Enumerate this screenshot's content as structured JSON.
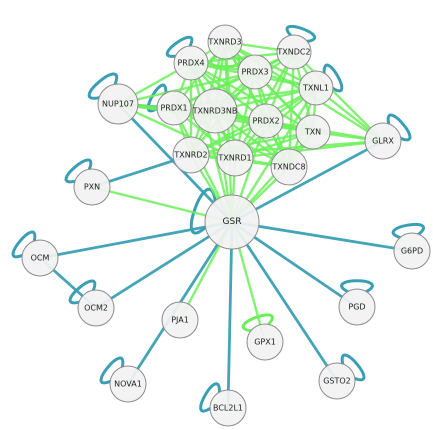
{
  "colors": {
    "background": "#ffffff",
    "edge_blue": "#3a9fb4",
    "edge_green": "#6cf05a",
    "node_fill": "#f2f2f2",
    "node_stroke": "#8c8c8c",
    "label": "#222222"
  },
  "nodes": [
    {
      "id": "GSR",
      "label": "GSR"
    },
    {
      "id": "TXNRD3",
      "label": "TXNRD3"
    },
    {
      "id": "TXNDC2",
      "label": "TXNDC2"
    },
    {
      "id": "PRDX4",
      "label": "PRDX4"
    },
    {
      "id": "PRDX3",
      "label": "PRDX3"
    },
    {
      "id": "TXNL1",
      "label": "TXNL1"
    },
    {
      "id": "NUP107",
      "label": "NUP107"
    },
    {
      "id": "PRDX1",
      "label": "PRDX1"
    },
    {
      "id": "TXNRD3NB",
      "label": "TXNRD3NB"
    },
    {
      "id": "PRDX2",
      "label": "PRDX2"
    },
    {
      "id": "TXN",
      "label": "TXN"
    },
    {
      "id": "GLRX",
      "label": "GLRX"
    },
    {
      "id": "TXNRD2",
      "label": "TXNRD2"
    },
    {
      "id": "TXNRD1",
      "label": "TXNRD1"
    },
    {
      "id": "TXNDC8",
      "label": "TXNDC8"
    },
    {
      "id": "PXN",
      "label": "PXN"
    },
    {
      "id": "OCM",
      "label": "OCM"
    },
    {
      "id": "G6PD",
      "label": "G6PD"
    },
    {
      "id": "OCM2",
      "label": "OCM2"
    },
    {
      "id": "PGD",
      "label": "PGD"
    },
    {
      "id": "PJA1",
      "label": "PJA1"
    },
    {
      "id": "GPX1",
      "label": "GPX1"
    },
    {
      "id": "NOVA1",
      "label": "NOVA1"
    },
    {
      "id": "GSTO2",
      "label": "GSTO2"
    },
    {
      "id": "BCL2L1",
      "label": "BCL2L1"
    }
  ],
  "edges": [
    {
      "source": "GSR",
      "target": "PXN",
      "type": "green"
    },
    {
      "source": "GSR",
      "target": "OCM",
      "type": "blue"
    },
    {
      "source": "GSR",
      "target": "OCM2",
      "type": "blue"
    },
    {
      "source": "GSR",
      "target": "PJA1",
      "type": "green"
    },
    {
      "source": "GSR",
      "target": "NOVA1",
      "type": "blue"
    },
    {
      "source": "GSR",
      "target": "BCL2L1",
      "type": "blue"
    },
    {
      "source": "GSR",
      "target": "GPX1",
      "type": "green"
    },
    {
      "source": "GSR",
      "target": "GSTO2",
      "type": "blue"
    },
    {
      "source": "GSR",
      "target": "PGD",
      "type": "blue"
    },
    {
      "source": "GSR",
      "target": "G6PD",
      "type": "blue"
    },
    {
      "source": "GSR",
      "target": "GLRX",
      "type": "blue"
    },
    {
      "source": "GSR",
      "target": "NUP107",
      "type": "blue"
    },
    {
      "source": "GSR",
      "target": "TXNRD1",
      "type": "green"
    },
    {
      "source": "GSR",
      "target": "TXNRD2",
      "type": "green"
    },
    {
      "source": "GSR",
      "target": "TXNDC8",
      "type": "green"
    },
    {
      "source": "GSR",
      "target": "TXN",
      "type": "green"
    },
    {
      "source": "GSR",
      "target": "PRDX1",
      "type": "green"
    },
    {
      "source": "GSR",
      "target": "TXNRD3NB",
      "type": "green"
    },
    {
      "source": "GSR",
      "target": "PRDX2",
      "type": "green"
    },
    {
      "source": "GSR",
      "target": "TXNRD3",
      "type": "green"
    },
    {
      "source": "GSR",
      "target": "PRDX4",
      "type": "green"
    },
    {
      "source": "GSR",
      "target": "TXNL1",
      "type": "green"
    },
    {
      "source": "GLRX",
      "target": "TXNRD1",
      "type": "green"
    },
    {
      "source": "GLRX",
      "target": "TXN",
      "type": "green"
    },
    {
      "source": "GLRX",
      "target": "PRDX2",
      "type": "green"
    },
    {
      "source": "GLRX",
      "target": "TXNL1",
      "type": "green"
    },
    {
      "source": "GLRX",
      "target": "TXNRD3",
      "type": "green"
    },
    {
      "source": "GLRX",
      "target": "TXNDC2",
      "type": "green"
    },
    {
      "source": "GLRX",
      "target": "TXNRD2",
      "type": "green"
    },
    {
      "source": "NUP107",
      "target": "PRDX1",
      "type": "blue"
    },
    {
      "source": "NUP107",
      "target": "TXNRD3NB",
      "type": "green"
    },
    {
      "source": "NUP107",
      "target": "PRDX4",
      "type": "green"
    },
    {
      "source": "NUP107",
      "target": "TXN",
      "type": "green"
    },
    {
      "source": "NUP107",
      "target": "PRDX2",
      "type": "green"
    },
    {
      "source": "NUP107",
      "target": "TXNRD1",
      "type": "green"
    },
    {
      "source": "NUP107",
      "target": "PRDX3",
      "type": "green"
    },
    {
      "source": "TXNRD3",
      "target": "PRDX4",
      "type": "green"
    },
    {
      "source": "TXNRD3",
      "target": "PRDX3",
      "type": "green"
    },
    {
      "source": "TXNRD3",
      "target": "TXNDC2",
      "type": "green"
    },
    {
      "source": "TXNRD3",
      "target": "TXNL1",
      "type": "green"
    },
    {
      "source": "TXNRD3",
      "target": "PRDX1",
      "type": "green"
    },
    {
      "source": "TXNRD3",
      "target": "TXNRD3NB",
      "type": "green"
    },
    {
      "source": "TXNRD3",
      "target": "PRDX2",
      "type": "green"
    },
    {
      "source": "TXNRD3",
      "target": "TXN",
      "type": "green"
    },
    {
      "source": "TXNRD3",
      "target": "TXNRD2",
      "type": "green"
    },
    {
      "source": "TXNRD3",
      "target": "TXNRD1",
      "type": "green"
    },
    {
      "source": "TXNRD3",
      "target": "TXNDC8",
      "type": "green"
    },
    {
      "source": "TXNDC2",
      "target": "PRDX3",
      "type": "green"
    },
    {
      "source": "TXNDC2",
      "target": "TXNL1",
      "type": "green"
    },
    {
      "source": "TXNDC2",
      "target": "PRDX4",
      "type": "green"
    },
    {
      "source": "TXNDC2",
      "target": "PRDX2",
      "type": "green"
    },
    {
      "source": "TXNDC2",
      "target": "TXN",
      "type": "green"
    },
    {
      "source": "TXNDC2",
      "target": "TXNRD3NB",
      "type": "green"
    },
    {
      "source": "TXNDC2",
      "target": "PRDX1",
      "type": "green"
    },
    {
      "source": "TXNDC2",
      "target": "TXNRD1",
      "type": "green"
    },
    {
      "source": "TXNDC2",
      "target": "TXNDC8",
      "type": "green"
    },
    {
      "source": "PRDX4",
      "target": "PRDX3",
      "type": "green"
    },
    {
      "source": "PRDX4",
      "target": "PRDX1",
      "type": "green"
    },
    {
      "source": "PRDX4",
      "target": "TXNRD3NB",
      "type": "green"
    },
    {
      "source": "PRDX4",
      "target": "PRDX2",
      "type": "green"
    },
    {
      "source": "PRDX4",
      "target": "TXN",
      "type": "green"
    },
    {
      "source": "PRDX4",
      "target": "TXNL1",
      "type": "green"
    },
    {
      "source": "PRDX4",
      "target": "TXNRD2",
      "type": "green"
    },
    {
      "source": "PRDX4",
      "target": "TXNRD1",
      "type": "green"
    },
    {
      "source": "PRDX4",
      "target": "TXNDC8",
      "type": "green"
    },
    {
      "source": "PRDX3",
      "target": "TXNL1",
      "type": "green"
    },
    {
      "source": "PRDX3",
      "target": "PRDX1",
      "type": "green"
    },
    {
      "source": "PRDX3",
      "target": "TXNRD3NB",
      "type": "green"
    },
    {
      "source": "PRDX3",
      "target": "PRDX2",
      "type": "green"
    },
    {
      "source": "PRDX3",
      "target": "TXN",
      "type": "green"
    },
    {
      "source": "PRDX3",
      "target": "TXNRD2",
      "type": "green"
    },
    {
      "source": "PRDX3",
      "target": "TXNRD1",
      "type": "green"
    },
    {
      "source": "PRDX3",
      "target": "TXNDC8",
      "type": "green"
    },
    {
      "source": "TXNL1",
      "target": "PRDX2",
      "type": "green"
    },
    {
      "source": "TXNL1",
      "target": "TXN",
      "type": "green"
    },
    {
      "source": "TXNL1",
      "target": "TXNRD3NB",
      "type": "green"
    },
    {
      "source": "TXNL1",
      "target": "PRDX1",
      "type": "green"
    },
    {
      "source": "TXNL1",
      "target": "TXNRD1",
      "type": "green"
    },
    {
      "source": "TXNL1",
      "target": "TXNDC8",
      "type": "green"
    },
    {
      "source": "TXNL1",
      "target": "TXNRD2",
      "type": "green"
    },
    {
      "source": "PRDX1",
      "target": "TXNRD3NB",
      "type": "green"
    },
    {
      "source": "PRDX1",
      "target": "PRDX2",
      "type": "green"
    },
    {
      "source": "PRDX1",
      "target": "TXN",
      "type": "green"
    },
    {
      "source": "PRDX1",
      "target": "TXNRD2",
      "type": "green"
    },
    {
      "source": "PRDX1",
      "target": "TXNRD1",
      "type": "green"
    },
    {
      "source": "PRDX1",
      "target": "TXNDC8",
      "type": "green"
    },
    {
      "source": "TXNRD3NB",
      "target": "PRDX2",
      "type": "green"
    },
    {
      "source": "TXNRD3NB",
      "target": "TXN",
      "type": "green"
    },
    {
      "source": "TXNRD3NB",
      "target": "TXNRD2",
      "type": "green"
    },
    {
      "source": "TXNRD3NB",
      "target": "TXNRD1",
      "type": "green"
    },
    {
      "source": "TXNRD3NB",
      "target": "TXNDC8",
      "type": "green"
    },
    {
      "source": "PRDX2",
      "target": "TXN",
      "type": "green"
    },
    {
      "source": "PRDX2",
      "target": "TXNRD2",
      "type": "green"
    },
    {
      "source": "PRDX2",
      "target": "TXNRD1",
      "type": "green"
    },
    {
      "source": "PRDX2",
      "target": "TXNDC8",
      "type": "green"
    },
    {
      "source": "TXN",
      "target": "TXNRD2",
      "type": "green"
    },
    {
      "source": "TXN",
      "target": "TXNRD1",
      "type": "green"
    },
    {
      "source": "TXN",
      "target": "TXNDC8",
      "type": "green"
    },
    {
      "source": "TXNRD2",
      "target": "TXNRD1",
      "type": "green"
    },
    {
      "source": "TXNRD2",
      "target": "TXNDC8",
      "type": "green"
    },
    {
      "source": "TXNRD1",
      "target": "TXNDC8",
      "type": "green"
    },
    {
      "source": "OCM",
      "target": "OCM2",
      "type": "blue"
    },
    {
      "source": "PXN",
      "target": "TXNRD2",
      "type": "blue"
    }
  ],
  "self_loops": [
    {
      "node": "NUP107",
      "type": "blue"
    },
    {
      "node": "PRDX4",
      "type": "blue"
    },
    {
      "node": "TXNRD3",
      "type": "green"
    },
    {
      "node": "TXNDC2",
      "type": "blue"
    },
    {
      "node": "TXNL1",
      "type": "blue"
    },
    {
      "node": "GLRX",
      "type": "blue"
    },
    {
      "node": "PRDX1",
      "type": "blue"
    },
    {
      "node": "PXN",
      "type": "blue"
    },
    {
      "node": "GSR",
      "type": "blue"
    },
    {
      "node": "OCM",
      "type": "blue"
    },
    {
      "node": "OCM2",
      "type": "blue"
    },
    {
      "node": "G6PD",
      "type": "blue"
    },
    {
      "node": "PGD",
      "type": "blue"
    },
    {
      "node": "GPX1",
      "type": "green"
    },
    {
      "node": "NOVA1",
      "type": "blue"
    },
    {
      "node": "GSTO2",
      "type": "blue"
    },
    {
      "node": "BCL2L1",
      "type": "blue"
    }
  ]
}
